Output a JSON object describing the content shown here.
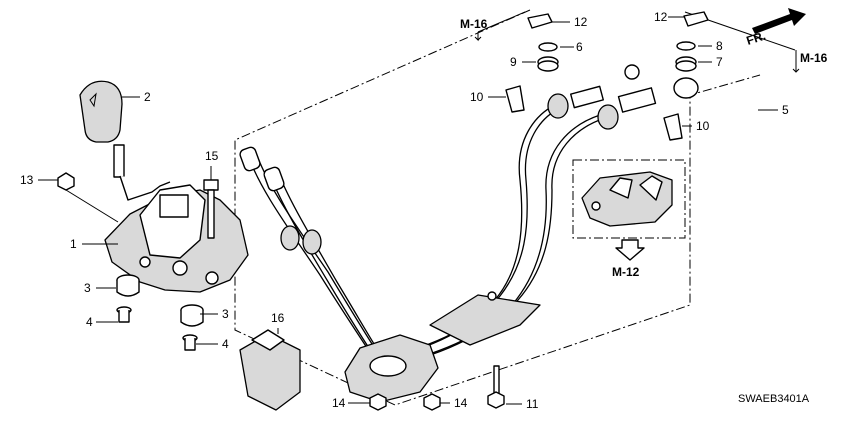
{
  "callouts": {
    "c1": "1",
    "c2": "2",
    "c3a": "3",
    "c3b": "3",
    "c4a": "4",
    "c4b": "4",
    "c5": "5",
    "c6": "6",
    "c7": "7",
    "c8": "8",
    "c9": "9",
    "c10a": "10",
    "c10b": "10",
    "c11": "11",
    "c12a": "12",
    "c12b": "12",
    "c13": "13",
    "c14a": "14",
    "c14b": "14",
    "c15": "15",
    "c16": "16"
  },
  "refs": {
    "m16_left": "M-16",
    "m16_right": "M-16",
    "m12": "M-12"
  },
  "direction_label": "FR.",
  "diagram_code": "SWAEB3401A"
}
